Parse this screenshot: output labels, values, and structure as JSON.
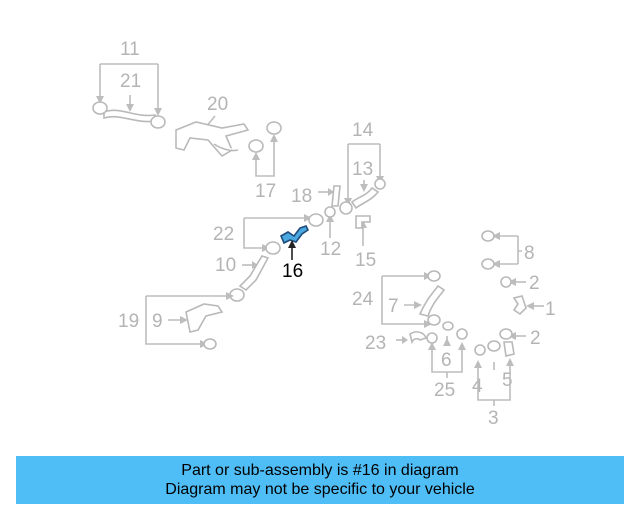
{
  "diagram": {
    "labels": {
      "l1": "1",
      "l2a": "2",
      "l2b": "2",
      "l3": "3",
      "l4": "4",
      "l5": "5",
      "l6": "6",
      "l7": "7",
      "l8": "8",
      "l9": "9",
      "l10": "10",
      "l11": "11",
      "l12": "12",
      "l13": "13",
      "l14": "14",
      "l15": "15",
      "l16": "16",
      "l17": "17",
      "l18": "18",
      "l19": "19",
      "l20": "20",
      "l21": "21",
      "l22": "22",
      "l23": "23",
      "l24": "24",
      "l25": "25"
    },
    "highlighted_part": "16"
  },
  "banner": {
    "line1": "Part or sub-assembly is #16 in diagram",
    "line2": "Diagram may not be specific to your vehicle"
  },
  "colors": {
    "banner_bg": "#4fbdf6",
    "highlight_fill": "#4aa8e0",
    "line_gray": "#bdbdbd",
    "label_gray": "#b4b4b4"
  }
}
